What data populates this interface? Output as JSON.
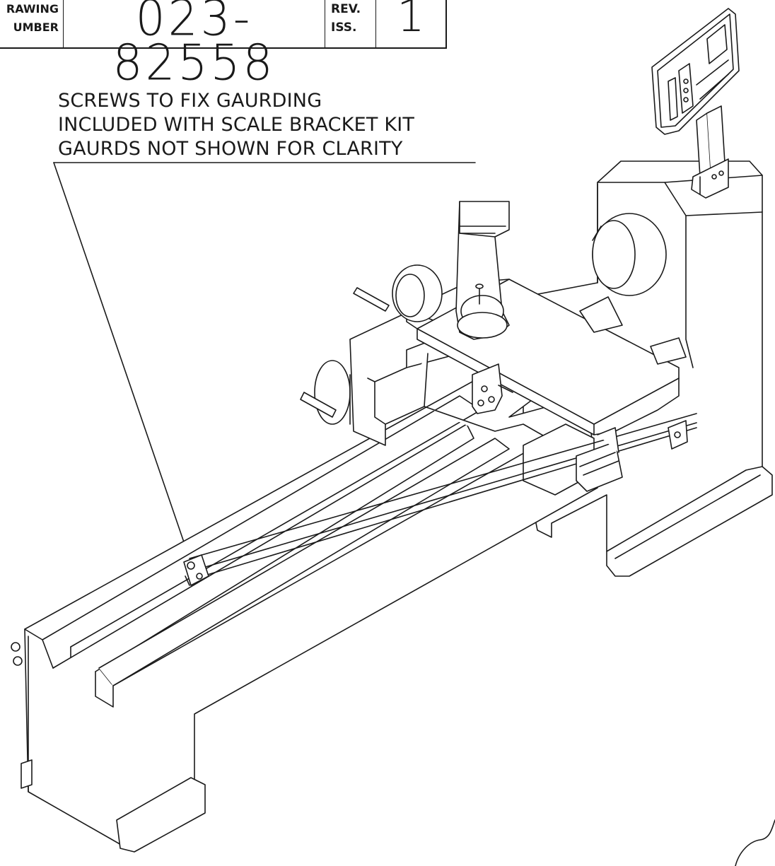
{
  "title_block": {
    "drawing_label_line1": "RAWING",
    "drawing_label_line2": "UMBER",
    "drawing_number": "023-82558",
    "rev_label_line1": "REV.",
    "rev_label_line2": "ISS.",
    "rev_value": "1"
  },
  "note": {
    "lines": [
      "SCREWS TO FIX GAURDING",
      "INCLUDED WITH SCALE BRACKET KIT",
      "GAURDS NOT SHOWN FOR CLARITY"
    ]
  },
  "colors": {
    "line": "#1a1a1a",
    "background": "#ffffff"
  }
}
